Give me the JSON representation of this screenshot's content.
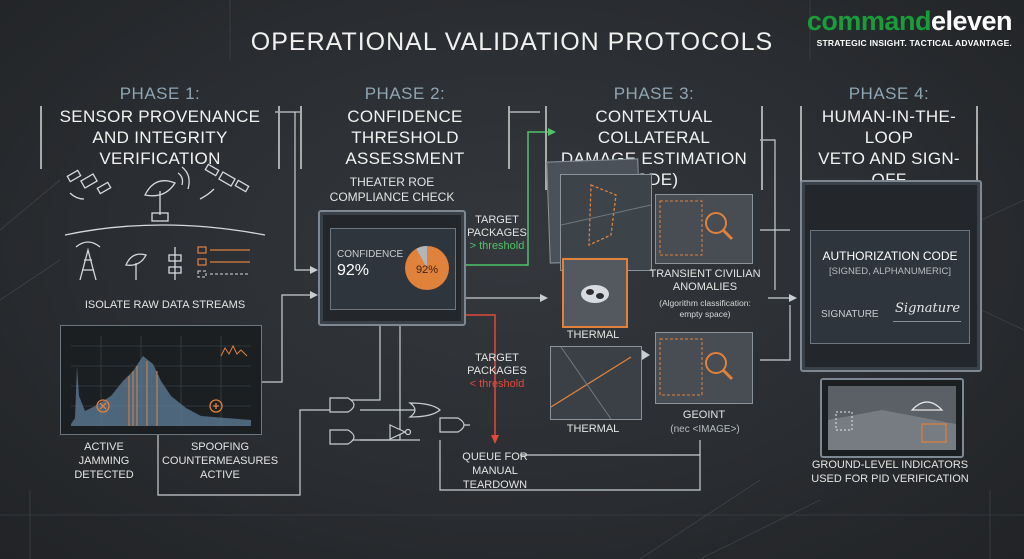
{
  "title": "OPERATIONAL VALIDATION PROTOCOLS",
  "logo": {
    "command": "command",
    "eleven": "eleven",
    "tagline": "STRATEGIC INSIGHT. TACTICAL ADVANTAGE."
  },
  "phases": [
    {
      "label": "PHASE 1:",
      "name_line1": "SENSOR PROVENANCE",
      "name_line2": "AND INTEGRITY VERIFICATION"
    },
    {
      "label": "PHASE 2:",
      "name_line1": "CONFIDENCE THRESHOLD",
      "name_line2": "ASSESSMENT"
    },
    {
      "label": "PHASE 3:",
      "name_line1": "CONTEXTUAL COLLATERAL",
      "name_line2": "DAMAGE ESTIMATION (CDE)"
    },
    {
      "label": "PHASE 4:",
      "name_line1": "HUMAN-IN-THE-LOOP",
      "name_line2": "VETO AND SIGN-OFF"
    }
  ],
  "phase1": {
    "isolate": "ISOLATE RAW DATA STREAMS",
    "jamming_line1": "ACTIVE",
    "jamming_line2": "JAMMING",
    "jamming_line3": "DETECTED",
    "spoof_line1": "SPOOFING",
    "spoof_line2": "COUNTERMEASURES",
    "spoof_line3": "ACTIVE"
  },
  "phase2": {
    "roe_line1": "THEATER ROE",
    "roe_line2": "COMPLIANCE CHECK",
    "confidence_label": "CONFIDENCE",
    "confidence_value": "92%",
    "pie_label": "92%",
    "confidence_fraction": 0.92,
    "above_line1": "TARGET",
    "above_line2": "PACKAGES",
    "above_line3": "> threshold",
    "below_line1": "TARGET",
    "below_line2": "PACKAGES",
    "below_line3": "< threshold",
    "queue_line1": "QUEUE FOR",
    "queue_line2": "MANUAL TEARDOWN"
  },
  "phase3": {
    "thermal1": "THERMAL",
    "thermal2": "THERMAL",
    "anomalies_line1": "TRANSIENT CIVILIAN",
    "anomalies_line2": "ANOMALIES",
    "anomalies_note1": "(Algorithm classification:",
    "anomalies_note2": "empty space)",
    "geoint": "GEOINT",
    "geoint_note": "(nec <IMAGE>)"
  },
  "phase4": {
    "auth_title": "AUTHORIZATION CODE",
    "auth_sub": "[SIGNED, ALPHANUMERIC]",
    "signature_label": "SIGNATURE",
    "signature_script": "Signature",
    "ground_line1": "GROUND-LEVEL INDICATORS",
    "ground_line2": "USED FOR PID VERIFICATION"
  },
  "colors": {
    "accent_orange": "#e0813c",
    "green": "#4fc36a",
    "red": "#e04a3a",
    "brand_green": "#1a9c3a"
  }
}
